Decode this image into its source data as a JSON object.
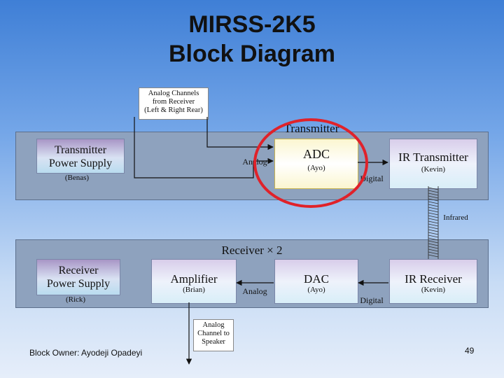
{
  "title": {
    "line1": "MIRSS-2K5",
    "line2": "Block Diagram"
  },
  "input_label": {
    "line1": "Analog Channels",
    "line2": "from Receiver",
    "line3": "(Left & Right Rear)"
  },
  "transmitter": {
    "panel_label": "Transmitter",
    "power_supply": {
      "line1": "Transmitter",
      "line2": "Power Supply",
      "owner": "(Benas)"
    },
    "analog_label": "Analog",
    "adc": {
      "name": "ADC",
      "owner": "(Ayo)"
    },
    "digital_label": "Digital",
    "ir_transmitter": {
      "name": "IR Transmitter",
      "owner": "(Kevin)"
    }
  },
  "infrared_label": "Infrared",
  "receiver": {
    "panel_label": "Receiver × 2",
    "power_supply": {
      "line1": "Receiver",
      "line2": "Power Supply",
      "owner": "(Rick)"
    },
    "amplifier": {
      "name": "Amplifier",
      "owner": "(Brian)"
    },
    "analog_label": "Analog",
    "dac": {
      "name": "DAC",
      "owner": "(Ayo)"
    },
    "digital_label": "Digital",
    "ir_receiver": {
      "name": "IR Receiver",
      "owner": "(Kevin)"
    }
  },
  "output_label": {
    "line1": "Analog",
    "line2": "Channel to",
    "line3": "Speaker"
  },
  "footer": {
    "owner": "Block Owner:  Ayodeji Opadeyi",
    "page_number": "49"
  },
  "colors": {
    "highlight": "#e0222a",
    "panel": "#8ea2be",
    "background": "#74a6e8"
  }
}
